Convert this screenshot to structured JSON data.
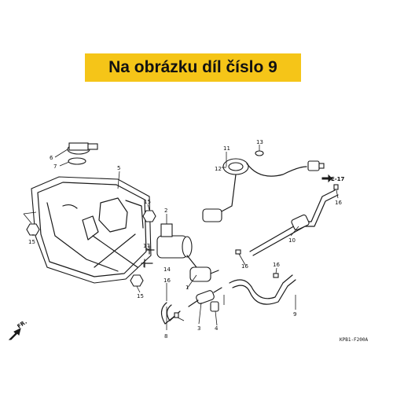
{
  "banner": {
    "text": "Na obrázku díl číslo 9",
    "color": "#F5C518"
  },
  "callouts": {
    "c1": "1",
    "c2": "2",
    "c3": "3",
    "c4": "4",
    "c5": "5",
    "c6": "6",
    "c7": "7",
    "c8": "8",
    "c9": "9",
    "c10": "10",
    "c11": "11",
    "c12": "12",
    "c13": "13",
    "c14": "14",
    "c15a": "15",
    "c15b": "15",
    "c15c": "15",
    "c16a": "16",
    "c16b": "16",
    "c16c": "16",
    "c16d": "16",
    "c17": "17"
  },
  "reference_mark": "E-17",
  "direction_mark": "FR.",
  "diagram_code": "KPB1-F200A",
  "icons": {
    "front_arrow": "arrow-left-down-icon"
  }
}
